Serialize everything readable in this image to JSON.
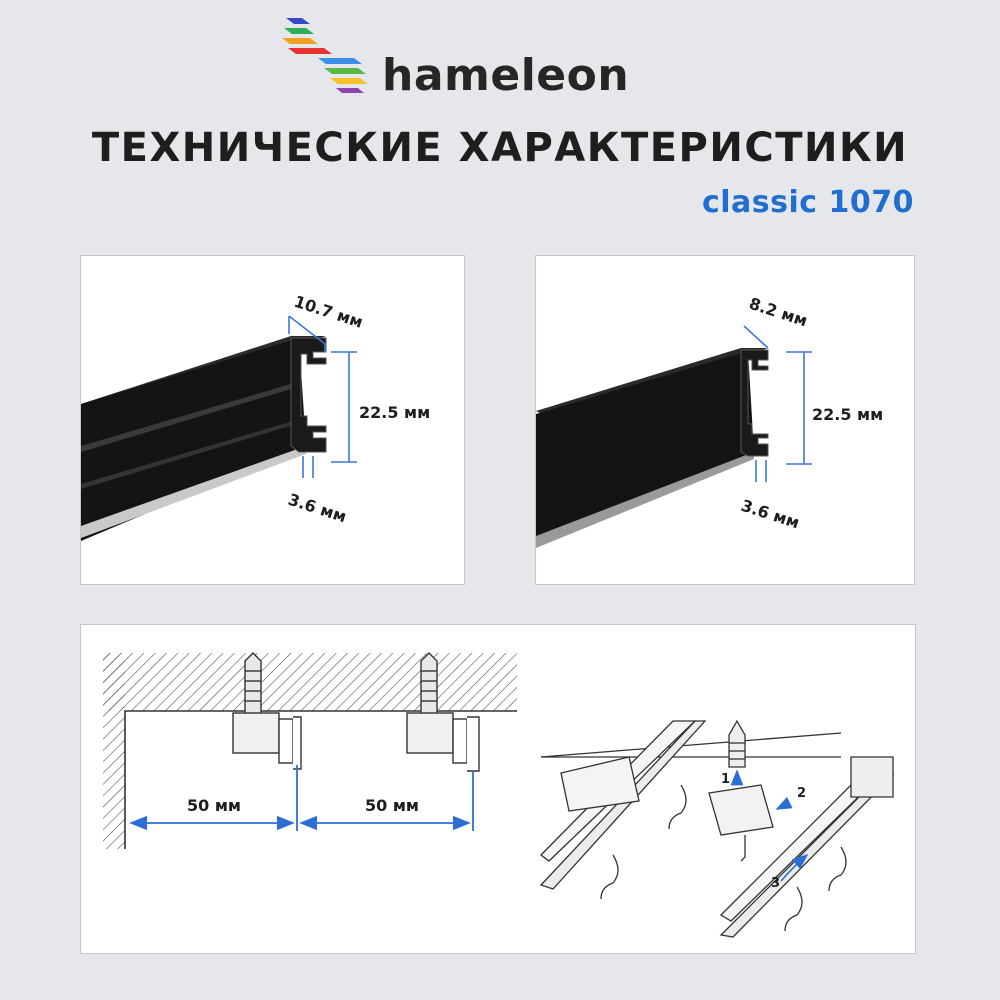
{
  "brand": {
    "name": "hameleon",
    "logo_colors": [
      "#3a49c8",
      "#2cae54",
      "#f0a020",
      "#e3342f",
      "#3a8ee8",
      "#58b947",
      "#f6c22b",
      "#d83a3a",
      "#8e44ad"
    ]
  },
  "header": {
    "title": "ТЕХНИЧЕСКИЕ ХАРАКТЕРИСТИКИ",
    "model": "classic 1070"
  },
  "colors": {
    "accent_blue": "#1f6ed0",
    "dimension_line": "#3b78d8",
    "profile_black": "#151515",
    "background": "#e6e7ea"
  },
  "profile_1": {
    "width": "10.7 мм",
    "height": "22.5 мм",
    "slot": "3.6 мм"
  },
  "profile_2": {
    "width": "8.2 мм",
    "height": "22.5 мм",
    "slot": "3.6 мм"
  },
  "installation": {
    "wall_offset": "50 мм",
    "bracket_spacing": "50 мм",
    "steps": [
      "1",
      "2",
      "3"
    ]
  }
}
